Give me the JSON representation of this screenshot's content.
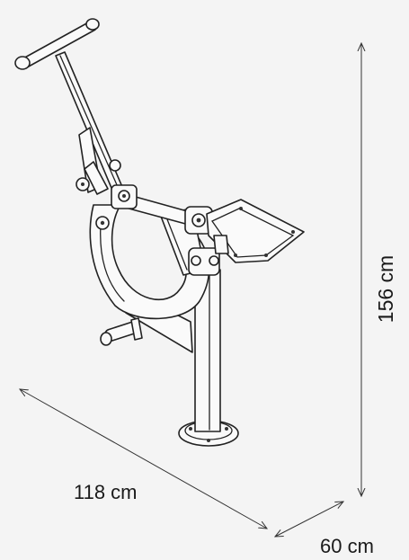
{
  "dimensions": {
    "width_label": "118 cm",
    "depth_label": "60 cm",
    "height_label": "156 cm"
  },
  "colors": {
    "background": "#f4f4f4",
    "line": "#222222"
  }
}
